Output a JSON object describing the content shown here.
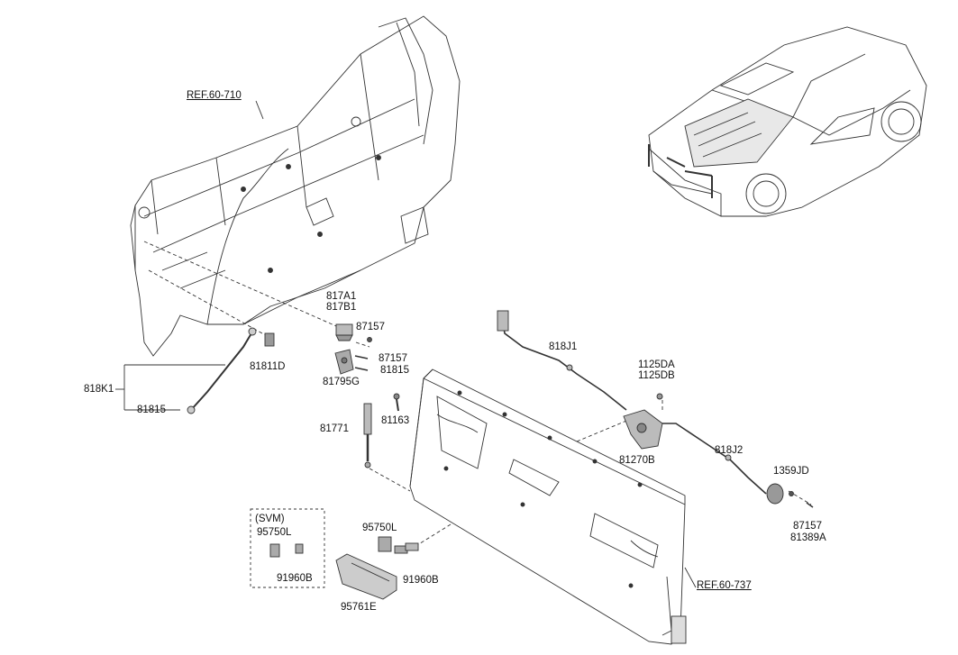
{
  "references": {
    "ref_upper": "REF.60-710",
    "ref_lower": "REF.60-737"
  },
  "parts": {
    "p817A1": "817A1",
    "p817B1": "817B1",
    "p87157_a": "87157",
    "p87157_b": "87157",
    "p81815_a": "81815",
    "p81795G": "81795G",
    "p81811D": "81811D",
    "p818K1": "818K1",
    "p81815_b": "81815",
    "p81771": "81771",
    "p81163": "81163",
    "p818J1": "818J1",
    "p1125DA": "1125DA",
    "p1125DB": "1125DB",
    "p81270B": "81270B",
    "p818J2": "818J2",
    "p1359JD": "1359JD",
    "p87157_c": "87157",
    "p81389A": "81389A",
    "svm_tag": "(SVM)",
    "p95750L_a": "95750L",
    "p91960B_a": "91960B",
    "p95750L_b": "95750L",
    "p91960B_b": "91960B",
    "p95761E": "95761E"
  },
  "colors": {
    "line": "#222222",
    "fill": "#ffffff",
    "shade": "#cfcfcf"
  }
}
